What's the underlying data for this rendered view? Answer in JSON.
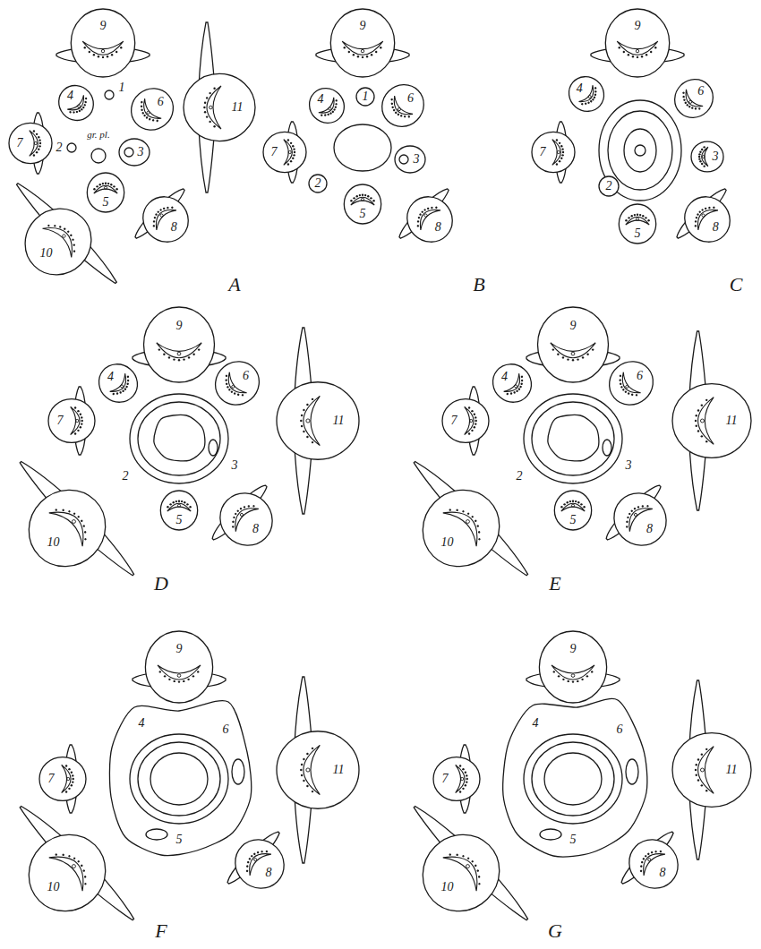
{
  "diagram": {
    "labels": [
      "9",
      "7",
      "4",
      "1",
      "6",
      "gr. pl.",
      "2",
      "3",
      "11",
      "5",
      "8",
      "10",
      "A",
      "9",
      "4",
      "1",
      "6",
      "7",
      "3",
      "2",
      "5",
      "8",
      "B",
      "9",
      "4",
      "6",
      "7",
      "3",
      "2",
      "5",
      "8",
      "C",
      "9",
      "4",
      "6",
      "7",
      "2",
      "3",
      "11",
      "5",
      "10",
      "8",
      "D",
      "9",
      "4",
      "6",
      "7",
      "2",
      "3",
      "11",
      "5",
      "10",
      "8",
      "E",
      "9",
      "4",
      "6",
      "7",
      "11",
      "5",
      "10",
      "8",
      "F",
      "9",
      "4",
      "6",
      "7",
      "11",
      "5",
      "10",
      "8",
      "G"
    ]
  }
}
